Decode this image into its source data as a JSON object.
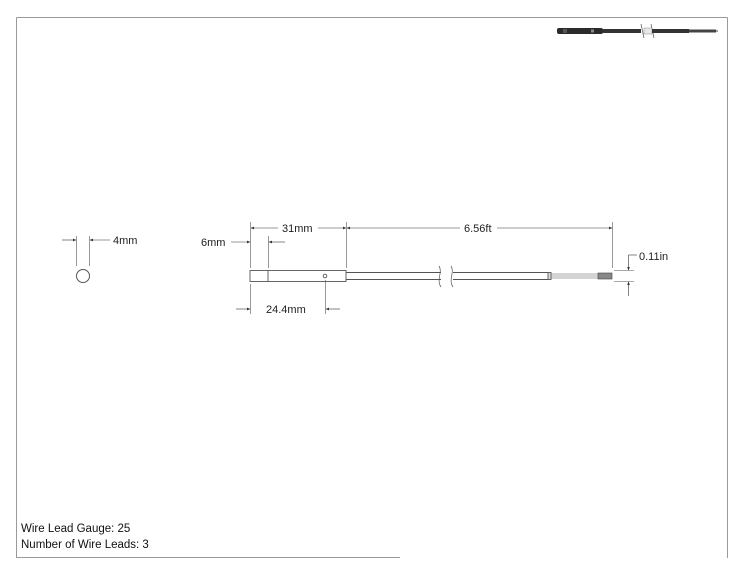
{
  "dimensions": {
    "diameter": "4mm",
    "tip_length": "6mm",
    "probe_length": "31mm",
    "cable_length": "6.56ft",
    "lead_strip": "0.11in",
    "hole_position": "24.4mm"
  },
  "notes": {
    "wire_gauge": "Wire Lead Gauge: 25",
    "wire_leads": "Number of Wire Leads: 3"
  },
  "colors": {
    "line": "#444444",
    "frame": "#9a9a9a",
    "thumbnail": "#2b2b2b"
  }
}
